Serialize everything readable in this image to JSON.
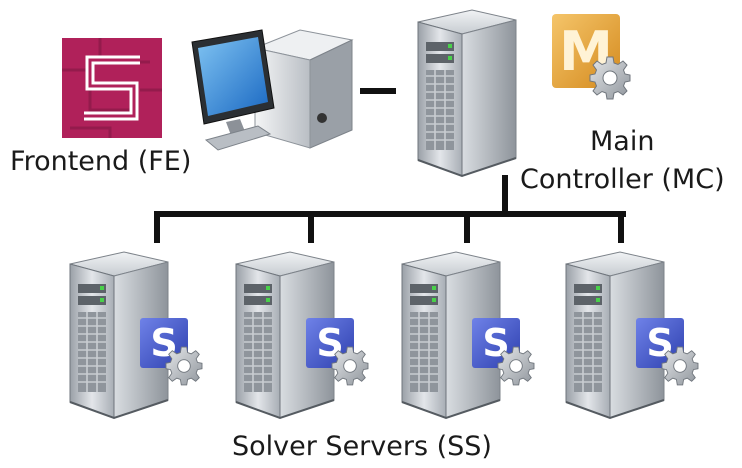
{
  "frontend": {
    "label": "Frontend (FE)",
    "logo_icon": "frontend-s-logo-icon",
    "computer_icon": "desktop-computer-icon"
  },
  "main_controller": {
    "label_line1": "Main",
    "label_line2": "Controller (MC)",
    "server_icon": "server-tower-icon",
    "badge_icon": "m-gear-badge-icon",
    "badge_letter": "M"
  },
  "solver_servers": {
    "label": "Solver Servers (SS)",
    "count": 4,
    "server_icon": "server-tower-icon",
    "badge_icon": "s-gear-badge-icon",
    "badge_letter": "S"
  },
  "colors": {
    "frontend_logo_bg": "#b0215a",
    "mc_badge": "#e8a63a",
    "ss_badge": "#3e52c9",
    "connector": "#111111",
    "server_body": "#c9cdd2"
  }
}
